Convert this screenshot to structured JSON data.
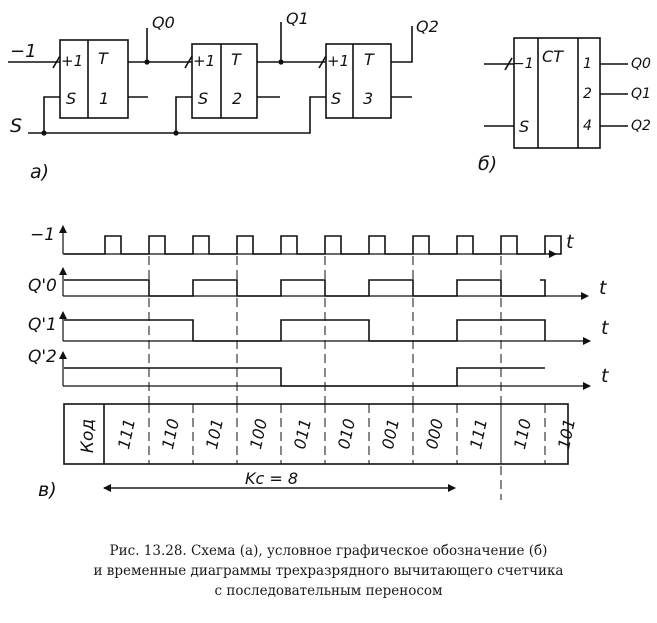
{
  "schematic": {
    "input_label": "−1",
    "set_label": "S",
    "part_label": "а)",
    "triggers": [
      {
        "inc": "+1",
        "type": "T",
        "set": "S",
        "num": "1",
        "out": "Q0"
      },
      {
        "inc": "+1",
        "type": "T",
        "set": "S",
        "num": "2",
        "out": "Q1"
      },
      {
        "inc": "+1",
        "type": "T",
        "set": "S",
        "num": "3",
        "out": "Q2"
      }
    ]
  },
  "symbol": {
    "part_label": "б)",
    "dec": "−1",
    "set": "S",
    "type": "CT",
    "weights": [
      "1",
      "2",
      "4"
    ],
    "outputs": [
      "Q0",
      "Q1",
      "Q2"
    ]
  },
  "timing": {
    "part_label": "в)",
    "time_label": "t",
    "rows": [
      {
        "label": "−1",
        "pulse_count": 11
      },
      {
        "label": "Q'0"
      },
      {
        "label": "Q'1"
      },
      {
        "label": "Q'2"
      }
    ],
    "code_label": "Код",
    "codes": [
      "111",
      "110",
      "101",
      "100",
      "011",
      "010",
      "001",
      "000",
      "111",
      "110",
      "101"
    ],
    "kc_label": "Kc = 8"
  },
  "caption": {
    "line1": "Рис. 13.28. Схема (а), условное графическое обозначение (б)",
    "line2": "и временные диаграммы трехразрядного вычитающего счетчика",
    "line3": "с последовательным переносом"
  }
}
